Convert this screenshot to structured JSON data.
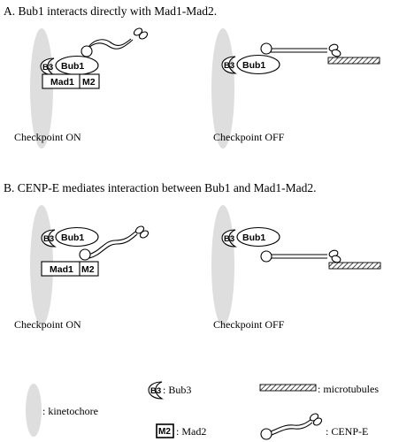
{
  "panelA": {
    "title": "A. Bub1 interacts directly with Mad1-Mad2.",
    "left": {
      "bub3": "B3",
      "bub1": "Bub1",
      "mad1": "Mad1",
      "mad2": "M2",
      "caption": "Checkpoint ON"
    },
    "right": {
      "bub3": "B3",
      "bub1": "Bub1",
      "caption": "Checkpoint OFF"
    }
  },
  "panelB": {
    "title": "B. CENP-E mediates interaction between Bub1 and Mad1-Mad2.",
    "left": {
      "bub3": "B3",
      "bub1": "Bub1",
      "mad1": "Mad1",
      "mad2": "M2",
      "caption": "Checkpoint ON"
    },
    "right": {
      "bub3": "B3",
      "bub1": "Bub1",
      "caption": "Checkpoint OFF"
    }
  },
  "legend": {
    "kinetochore": ": kinetochore",
    "bub3_symbol": "B3",
    "bub3": ": Bub3",
    "mad2_symbol": "M2",
    "mad2": ": Mad2",
    "microtubules": ": microtubules",
    "cenpe": ": CENP-E"
  },
  "colors": {
    "kinetochore": "#dedede",
    "ink": "#000000",
    "background": "#ffffff"
  }
}
